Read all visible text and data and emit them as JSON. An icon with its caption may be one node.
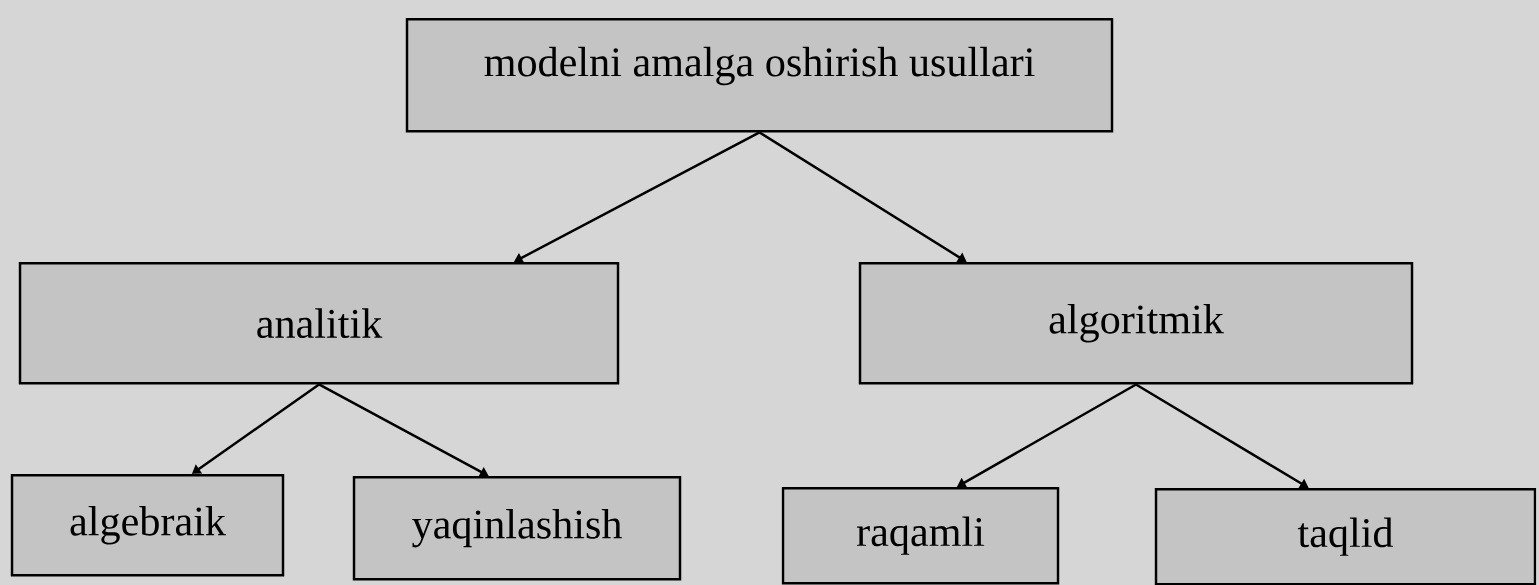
{
  "diagram": {
    "nodes": [
      {
        "text": [
          "modelni amalga oshirish usullari"
        ]
      },
      {
        "text": [
          "analitik"
        ]
      },
      {
        "text": [
          "algoritmik"
        ]
      },
      {
        "text": [
          "algebraik"
        ]
      },
      {
        "text": [
          "yaqinlashish"
        ]
      },
      {
        "text": [
          "raqamli"
        ]
      },
      {
        "text": [
          "taqlid"
        ]
      }
    ],
    "edges": [
      {
        "from": 0,
        "to": 1,
        "arrow": "to"
      },
      {
        "from": 0,
        "to": 2,
        "arrow": "to"
      },
      {
        "from": 1,
        "to": 3,
        "arrow": "to"
      },
      {
        "from": 1,
        "to": 4,
        "arrow": "to"
      },
      {
        "from": 2,
        "to": 5,
        "arrow": "to"
      },
      {
        "from": 2,
        "to": 6,
        "arrow": "to"
      }
    ]
  }
}
